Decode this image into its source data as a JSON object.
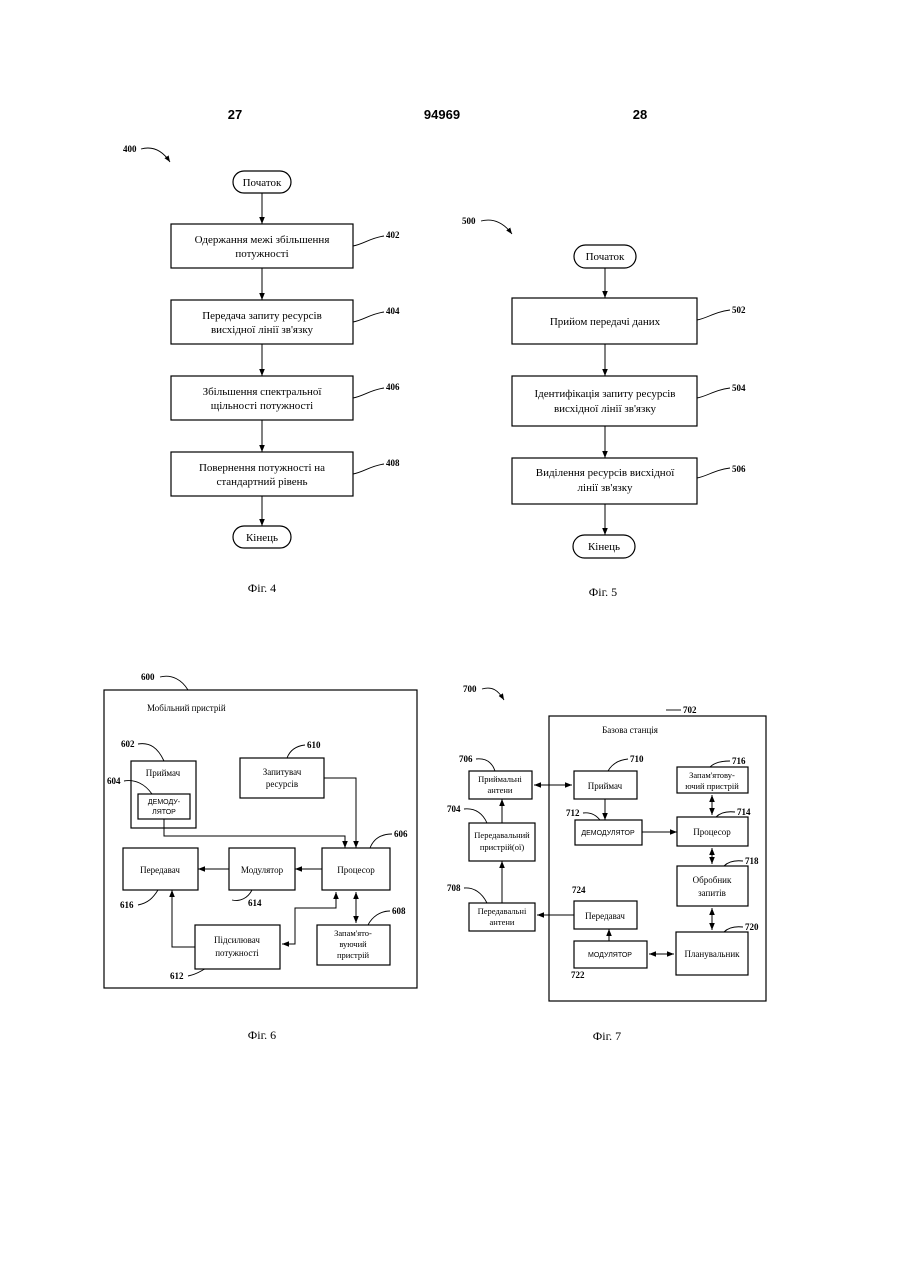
{
  "header": {
    "left": "27",
    "center": "94969",
    "right": "28"
  },
  "fig4": {
    "ref": "400",
    "start": "Початок",
    "steps": [
      {
        "ref": "402",
        "line1": "Одержання межі збільшення",
        "line2": "потужності"
      },
      {
        "ref": "404",
        "line1": "Передача запиту ресурсів",
        "line2": "висхідної лінії зв'язку"
      },
      {
        "ref": "406",
        "line1": "Збільшення спектральної",
        "line2": "щільності потужності"
      },
      {
        "ref": "408",
        "line1": "Повернення потужності на",
        "line2": "стандартний рівень"
      }
    ],
    "end": "Кінець",
    "caption": "Фіг. 4"
  },
  "fig5": {
    "ref": "500",
    "start": "Початок",
    "steps": [
      {
        "ref": "502",
        "line1": "Прийом передачі даних",
        "line2": ""
      },
      {
        "ref": "504",
        "line1": "Ідентифікація запиту ресурсів",
        "line2": "висхідної лінії зв'язку"
      },
      {
        "ref": "506",
        "line1": "Виділення ресурсів висхідної",
        "line2": "лінії зв'язку"
      }
    ],
    "end": "Кінець",
    "caption": "Фіг. 5"
  },
  "fig6": {
    "ref": "600",
    "title": "Мобільний пристрій",
    "receiver": {
      "ref": "602",
      "label": "Приймач"
    },
    "demodulator": {
      "ref": "604",
      "line1": "ДЕМОДУ-",
      "line2": "ЛЯТОР"
    },
    "requester": {
      "ref": "610",
      "line1": "Запитувач",
      "line2": "ресурсів"
    },
    "processor": {
      "ref": "606",
      "label": "Процесор"
    },
    "transmitter": {
      "ref": "616",
      "label": "Передавач"
    },
    "modulator": {
      "ref": "614",
      "label": "Модулятор"
    },
    "memory": {
      "ref": "608",
      "line1": "Запам'ято-",
      "line2": "вуючий",
      "line3": "пристрій"
    },
    "amplifier": {
      "ref": "612",
      "line1": "Підсилювач",
      "line2": "потужності"
    },
    "caption": "Фіг. 6"
  },
  "fig7": {
    "ref": "700",
    "station": {
      "ref": "702",
      "title": "Базова станція"
    },
    "rx_antennas": {
      "ref": "706",
      "line1": "Приймальні",
      "line2": "антени"
    },
    "tx_device": {
      "ref": "704",
      "line1": "Передавальний",
      "line2": "пристрій(ої)"
    },
    "tx_antennas": {
      "ref": "708",
      "line1": "Передавальні",
      "line2": "антени"
    },
    "receiver": {
      "ref": "710",
      "label": "Приймач"
    },
    "demodulator": {
      "ref": "712",
      "label": "ДЕМОДУЛЯТОР"
    },
    "memory": {
      "ref": "716",
      "line1": "Запам'ятову-",
      "line2": "ючий пристрій"
    },
    "processor": {
      "ref": "714",
      "label": "Процесор"
    },
    "request_handler": {
      "ref": "718",
      "line1": "Обробник",
      "line2": "запитів"
    },
    "transmitter": {
      "ref": "724",
      "label": "Передавач"
    },
    "modulator": {
      "ref": "722",
      "label": "МОДУЛЯТОР"
    },
    "scheduler": {
      "ref": "720",
      "label": "Планувальник"
    },
    "caption": "Фіг. 7"
  }
}
